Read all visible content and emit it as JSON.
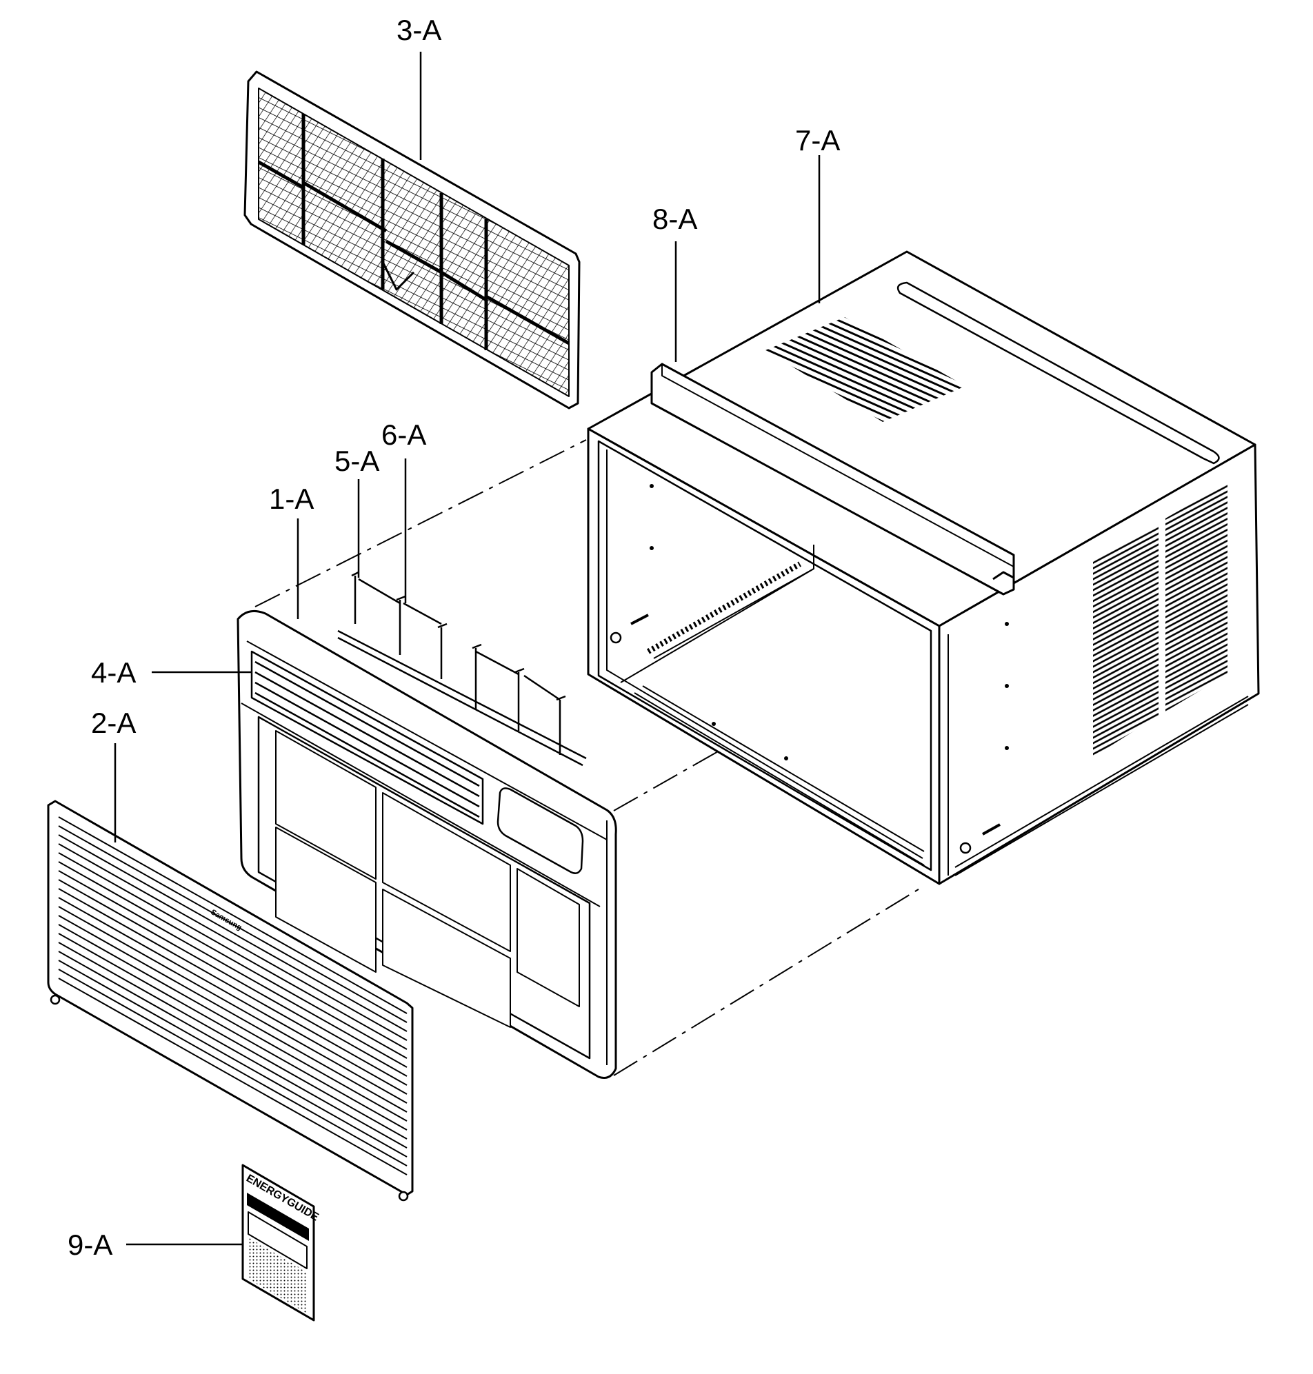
{
  "diagram": {
    "parts": [
      {
        "id": "1-A",
        "label": "1-A",
        "component": "front-frame"
      },
      {
        "id": "2-A",
        "label": "2-A",
        "component": "front-grille"
      },
      {
        "id": "3-A",
        "label": "3-A",
        "component": "air-filter"
      },
      {
        "id": "4-A",
        "label": "4-A",
        "component": "louver"
      },
      {
        "id": "5-A",
        "label": "5-A",
        "component": "vertical-louver"
      },
      {
        "id": "6-A",
        "label": "6-A",
        "component": "louver-link"
      },
      {
        "id": "7-A",
        "label": "7-A",
        "component": "cabinet"
      },
      {
        "id": "8-A",
        "label": "8-A",
        "component": "top-rail"
      },
      {
        "id": "9-A",
        "label": "9-A",
        "component": "energy-guide-label"
      }
    ],
    "energy_label_text": "ENERGYGUIDE",
    "brand_text": "Samsung"
  }
}
